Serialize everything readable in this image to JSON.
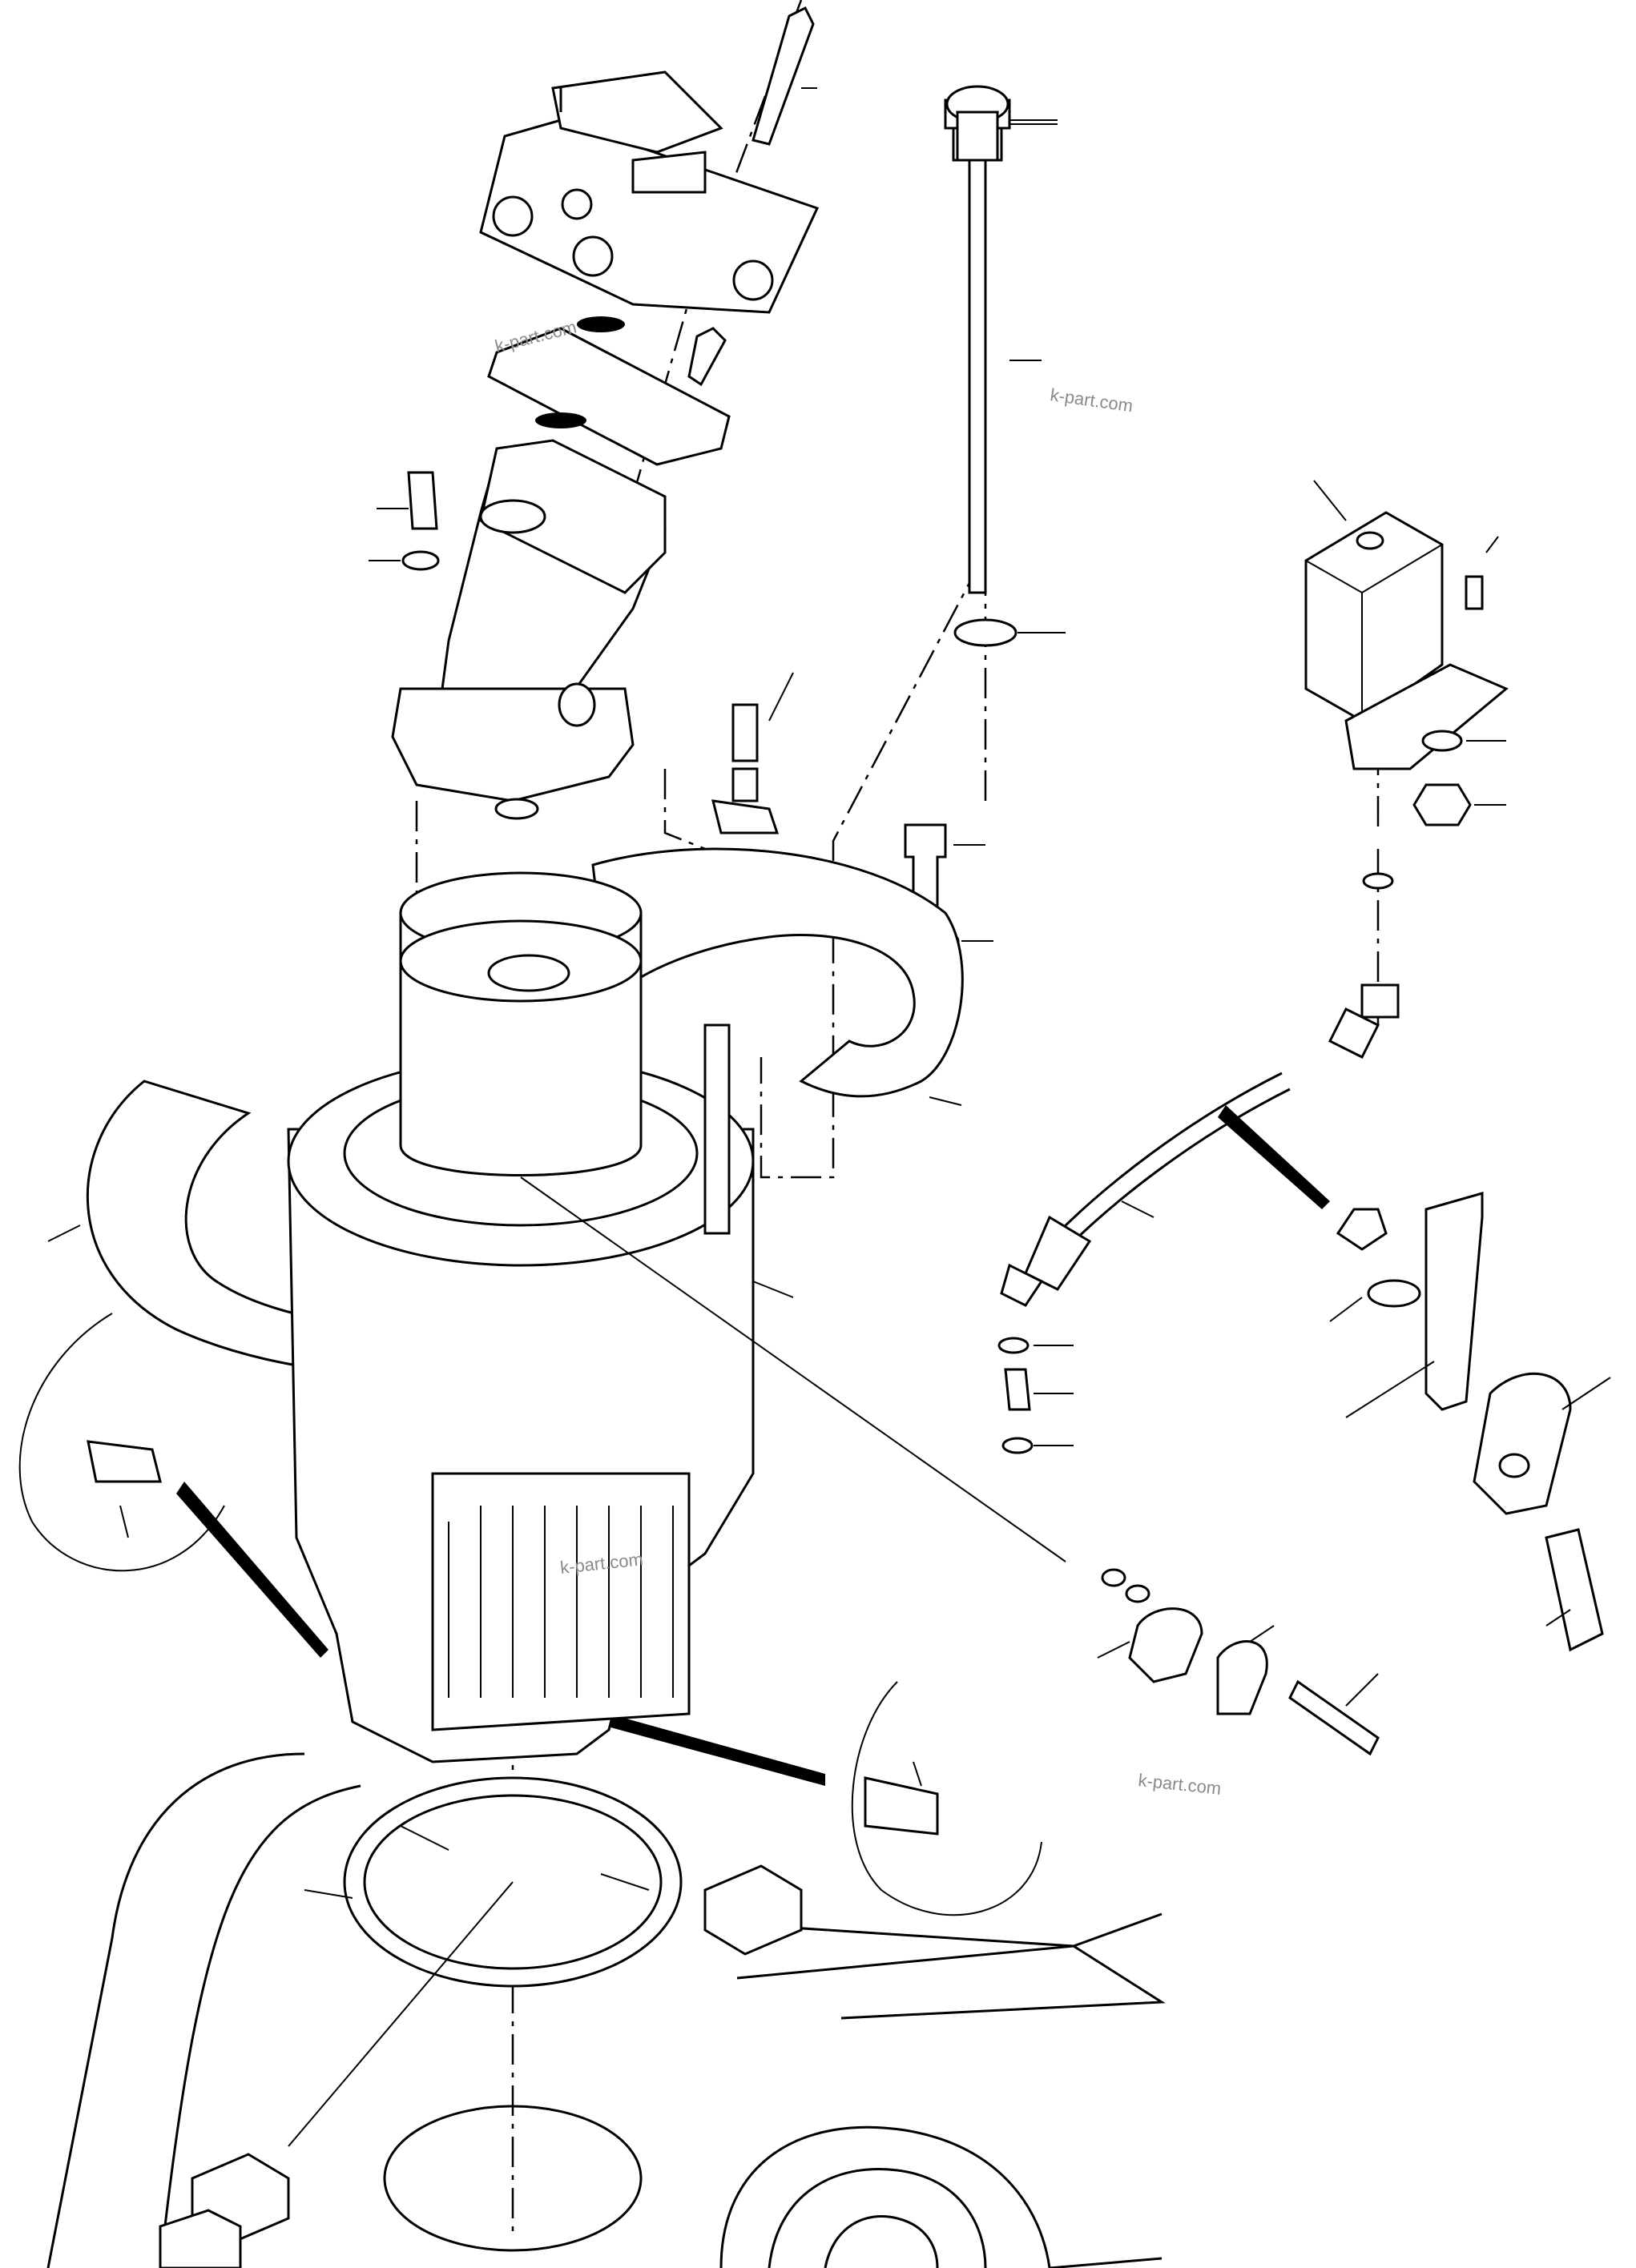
{
  "watermark": {
    "text_1": "k-part.com",
    "text_2": "k-part.com",
    "text_3": "k-part.com",
    "text_4": "k-part.com"
  },
  "colors": {
    "line": "#000000",
    "background": "#ffffff",
    "watermark": "#8a8a8a"
  }
}
